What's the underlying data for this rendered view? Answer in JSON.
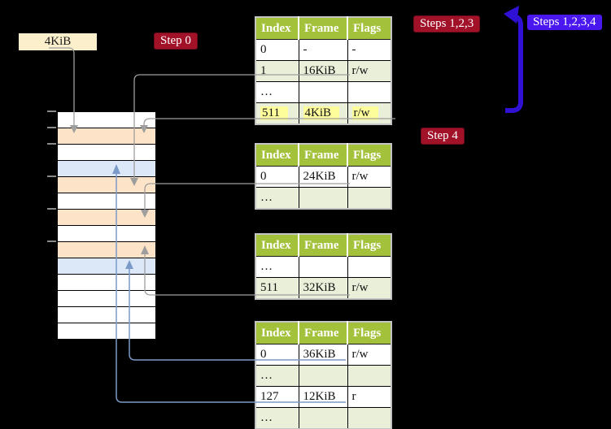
{
  "labels": {
    "page_size_box": "4KiB",
    "step0_badge": "Step 0",
    "steps123_badge": "Steps 1,2,3",
    "steps1234_badge": "Steps 1,2,3,4",
    "step4_badge": "Step 4"
  },
  "colors": {
    "background": "#000000",
    "badge_red": "#a11229",
    "badge_blue": "#4a18ef",
    "arrow_blue": "#2e11d4",
    "box_cream": "#fcf0cc",
    "table_header_green": "#a4c13c",
    "table_row_green": "#e9efd9",
    "highlight_yellow": "#fdfd9c",
    "memory_page_table_frame": "#fde3c7",
    "memory_mapped_page": "#dce8f8",
    "memory_free": "#ffffff",
    "connector_gray": "#9e9e9e",
    "connector_steelblue": "#7b9ac8",
    "tick_gray": "#8a8a8a"
  },
  "table_headers": [
    "Index",
    "Frame",
    "Flags"
  ],
  "page_tables": [
    {
      "name": "page-table-level4",
      "rows": [
        {
          "index": "0",
          "frame": "-",
          "flags": "-",
          "shaded": false,
          "highlight": false
        },
        {
          "index": "1",
          "frame": "16KiB",
          "flags": "r/w",
          "shaded": true,
          "highlight": false
        },
        {
          "index": "…",
          "frame": "",
          "flags": "",
          "shaded": false,
          "highlight": false
        },
        {
          "index": "511",
          "frame": "4KiB",
          "flags": "r/w",
          "shaded": true,
          "highlight": true
        }
      ]
    },
    {
      "name": "page-table-level3",
      "rows": [
        {
          "index": "0",
          "frame": "24KiB",
          "flags": "r/w",
          "shaded": false,
          "highlight": false
        },
        {
          "index": "…",
          "frame": "",
          "flags": "",
          "shaded": true,
          "highlight": false
        }
      ]
    },
    {
      "name": "page-table-level2",
      "rows": [
        {
          "index": "…",
          "frame": "",
          "flags": "",
          "shaded": false,
          "highlight": false
        },
        {
          "index": "511",
          "frame": "32KiB",
          "flags": "r/w",
          "shaded": true,
          "highlight": false
        }
      ]
    },
    {
      "name": "page-table-level1",
      "rows": [
        {
          "index": "0",
          "frame": "36KiB",
          "flags": "r/w",
          "shaded": false,
          "highlight": false
        },
        {
          "index": "…",
          "frame": "",
          "flags": "",
          "shaded": true,
          "highlight": false
        },
        {
          "index": "127",
          "frame": "12KiB",
          "flags": "r",
          "shaded": false,
          "highlight": false
        },
        {
          "index": "…",
          "frame": "",
          "flags": "",
          "shaded": true,
          "highlight": false
        }
      ]
    }
  ],
  "memory_column": {
    "rows": [
      {
        "kind": "free"
      },
      {
        "kind": "frame"
      },
      {
        "kind": "free"
      },
      {
        "kind": "page"
      },
      {
        "kind": "frame"
      },
      {
        "kind": "free"
      },
      {
        "kind": "frame"
      },
      {
        "kind": "free"
      },
      {
        "kind": "frame"
      },
      {
        "kind": "page"
      },
      {
        "kind": "free"
      },
      {
        "kind": "free"
      },
      {
        "kind": "free"
      },
      {
        "kind": "free"
      }
    ]
  }
}
